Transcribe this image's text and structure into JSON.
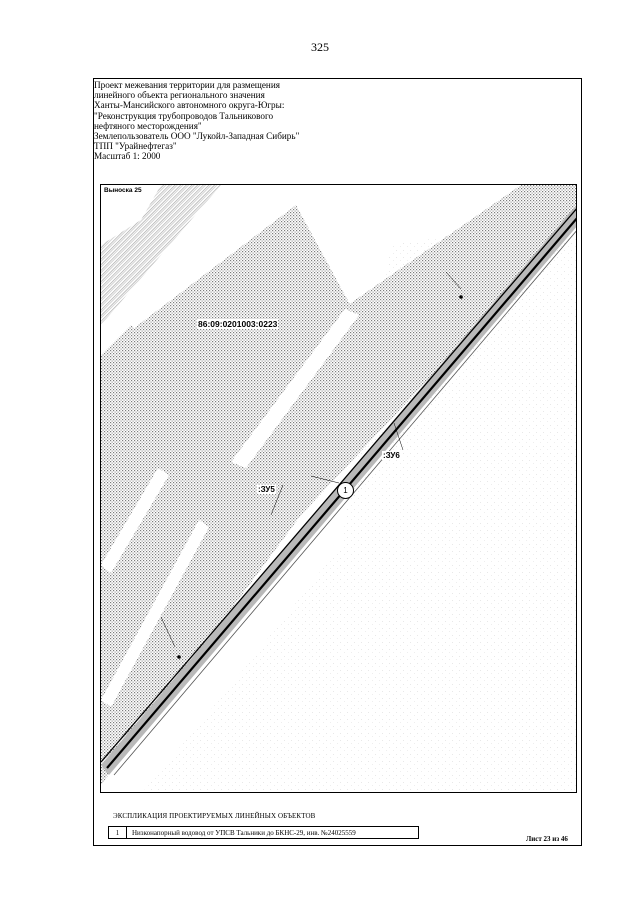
{
  "page_number": "325",
  "header": {
    "lines": [
      "Проект межевания территории для размещения",
      "линейного объекта регионального значения",
      "Ханты-Мансийского автономного округа-Югры:",
      "\"Реконструкция трубопроводов Тальникового",
      "нефтяного месторождения\"",
      "Землепользователь ООО \"Лукойл-Западная Сибирь\"",
      "ТПП \"Урайнефтегаз\"",
      "Масштаб 1: 2000"
    ]
  },
  "map": {
    "inset_title": "Выноска 25",
    "cadastral_number": "86:09:0201003:0223",
    "zone_label_left": ":ЗУ5",
    "zone_label_right": ":ЗУ6",
    "callout_number": "1"
  },
  "legend": {
    "title": "ЭКСПЛИКАЦИЯ ПРОЕКТИРУЕМЫХ ЛИНЕЙНЫХ ОБЪЕКТОВ",
    "rows": [
      {
        "number": "1",
        "text": "Низконапорный водовод от УПСВ Тальники до БКНС-29, инв. №24025559"
      }
    ]
  },
  "sheet_label": "Лист 23 из 46"
}
